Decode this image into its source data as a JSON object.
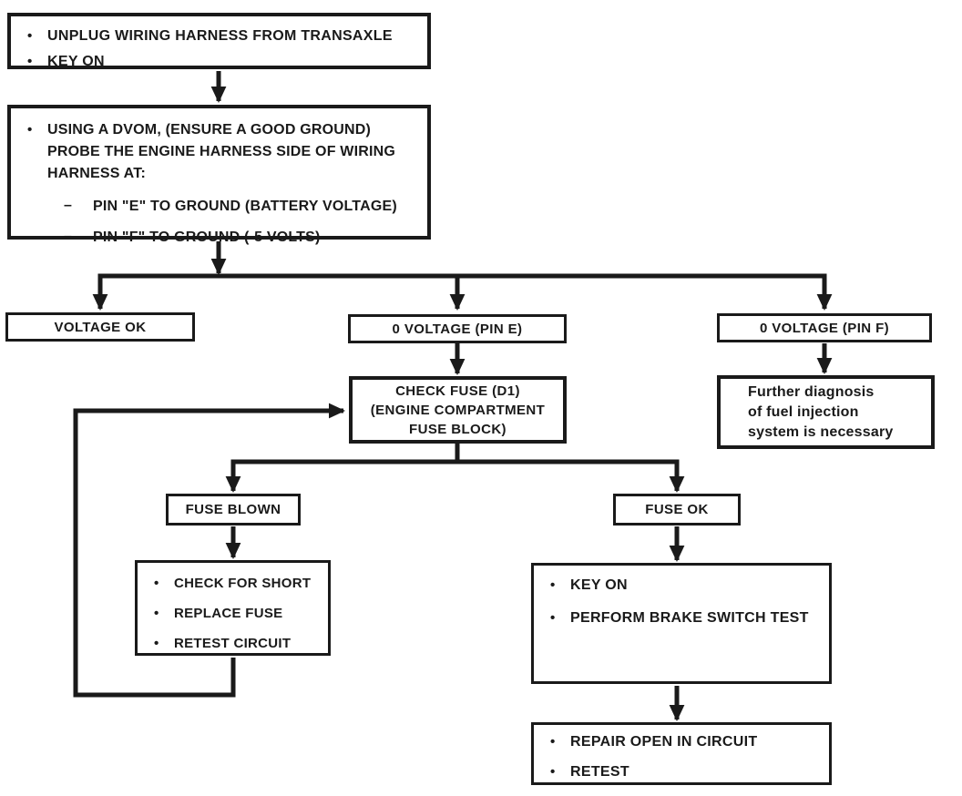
{
  "colors": {
    "ink": "#1a1a1a",
    "paper": "#ffffff"
  },
  "flowchart": {
    "nodes": {
      "start": {
        "items": [
          "UNPLUG WIRING HARNESS FROM TRANSAXLE",
          "KEY ON"
        ]
      },
      "probe": {
        "lines": [
          "USING A DVOM, (ENSURE A GOOD GROUND)",
          "PROBE THE ENGINE HARNESS SIDE OF WIRING",
          "HARNESS AT:"
        ],
        "sub_items": [
          "PIN \"E\" TO GROUND (BATTERY VOLTAGE)",
          "PIN \"F\" TO GROUND (-5 VOLTS)"
        ]
      },
      "voltage_ok": {
        "label": "VOLTAGE OK"
      },
      "zero_voltage_pin_e": {
        "label": "0 VOLTAGE (PIN E)"
      },
      "zero_voltage_pin_f": {
        "label": "0 VOLTAGE (PIN F)"
      },
      "check_fuse": {
        "lines": [
          "CHECK FUSE (D1)",
          "(ENGINE COMPARTMENT",
          "FUSE BLOCK)"
        ]
      },
      "further_diagnosis": {
        "lines": [
          "Further diagnosis",
          "of fuel injection",
          "system is necessary"
        ]
      },
      "fuse_blown": {
        "label": "FUSE BLOWN"
      },
      "fuse_ok": {
        "label": "FUSE OK"
      },
      "fuse_blown_actions": {
        "items": [
          "CHECK FOR SHORT",
          "REPLACE FUSE",
          "RETEST CIRCUIT"
        ]
      },
      "fuse_ok_actions": {
        "items": [
          "KEY ON",
          "PERFORM BRAKE SWITCH TEST"
        ]
      },
      "repair_actions": {
        "items": [
          "REPAIR OPEN IN CIRCUIT",
          "RETEST"
        ]
      }
    }
  }
}
